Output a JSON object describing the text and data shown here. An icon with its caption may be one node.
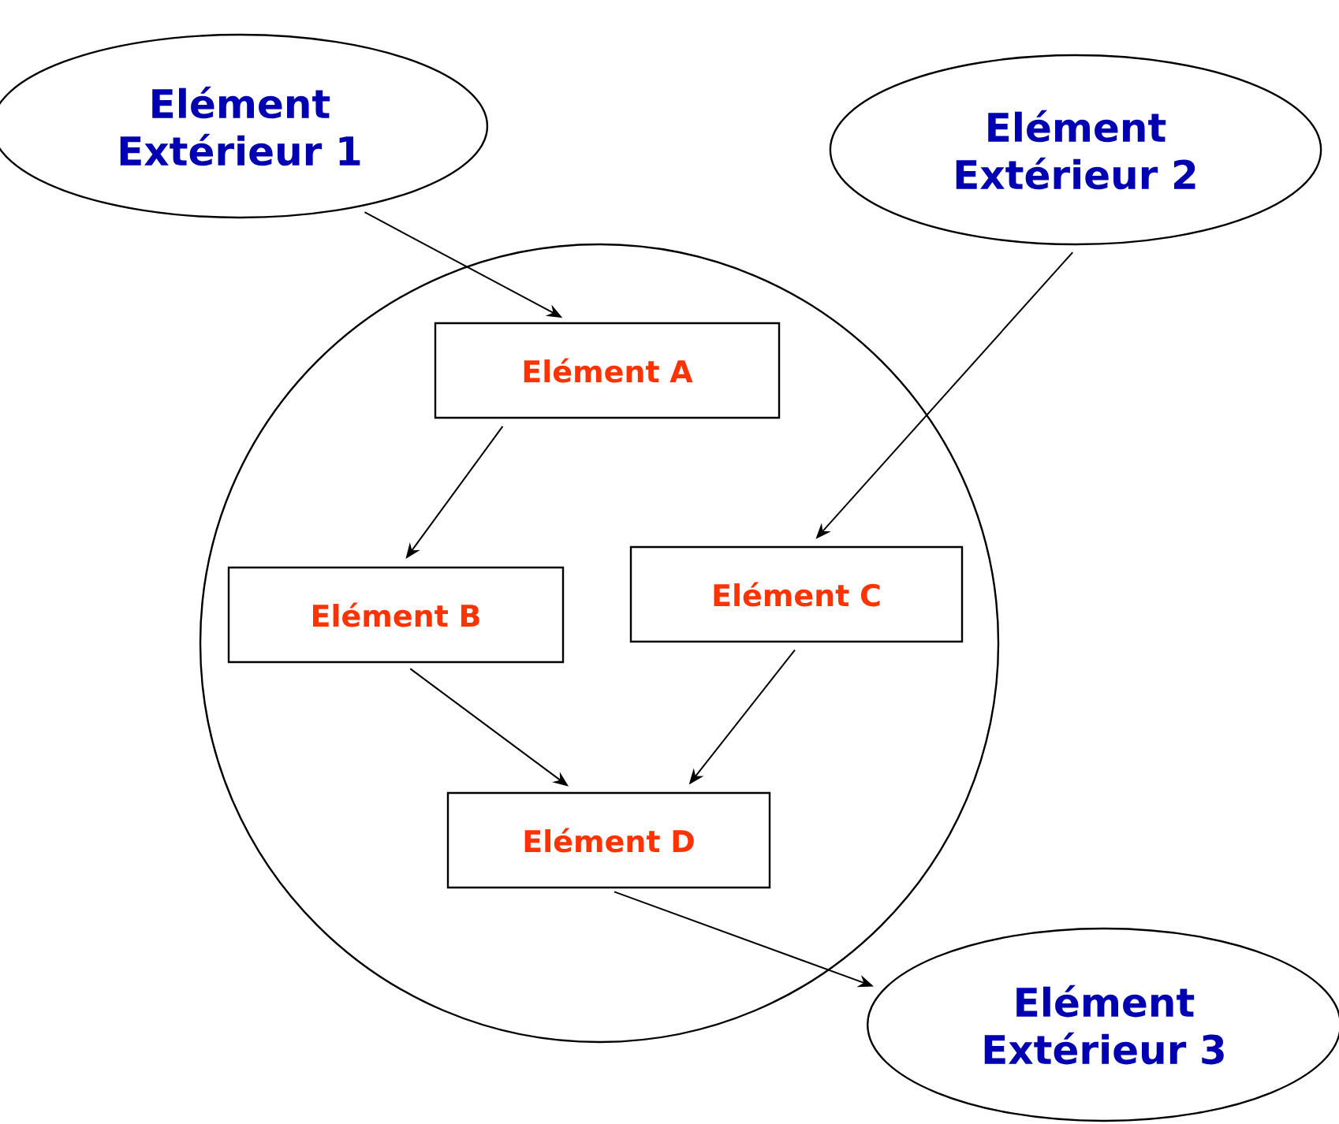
{
  "diagram": {
    "nodes": [
      {
        "text": [
          "Elément Extérieur 1"
        ]
      },
      {
        "text": [
          "Elément Extérieur 2"
        ]
      },
      {
        "text": [],
        "shape": "circle"
      },
      {
        "text": [
          "Elément A"
        ],
        "in": 2
      },
      {
        "text": [
          "Elément B"
        ],
        "in": 2
      },
      {
        "text": [
          "Elément C"
        ],
        "in": 2
      },
      {
        "text": [
          "Elément D"
        ],
        "in": 2
      },
      {
        "text": [
          "Elément Extérieur 3"
        ]
      }
    ],
    "edges": [
      {
        "from": 0,
        "to": 3,
        "arrow": "to"
      },
      {
        "from": 1,
        "to": 5,
        "arrow": "to"
      },
      {
        "from": 3,
        "to": 4,
        "arrow": "to"
      },
      {
        "from": 4,
        "to": 6,
        "arrow": "to"
      },
      {
        "from": 5,
        "to": 6,
        "arrow": "to"
      },
      {
        "from": 6,
        "to": 7,
        "arrow": "to"
      }
    ]
  }
}
